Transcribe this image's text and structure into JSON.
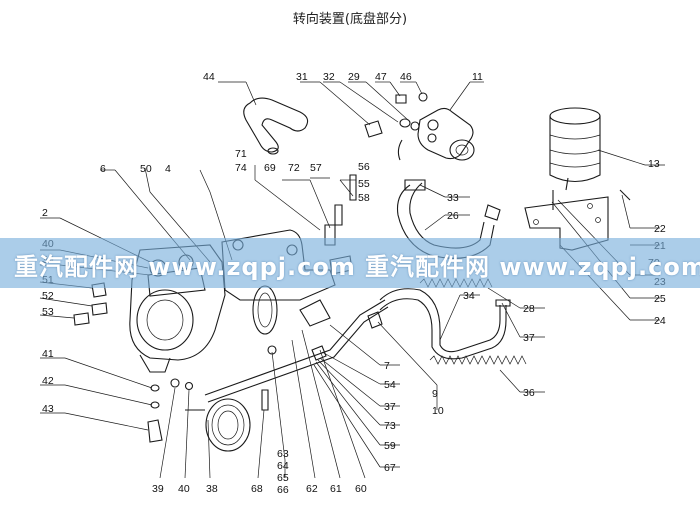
{
  "title": "转向装置(底盘部分)",
  "watermark": {
    "text_left": "重汽配件网  www.zqpj.com",
    "text_right": "重汽配件网  www.zqpj.com",
    "color": "#78afdc"
  },
  "part_labels": [
    "2",
    "4",
    "6",
    "7",
    "9",
    "10",
    "11",
    "13",
    "21",
    "22",
    "23",
    "24",
    "25",
    "26",
    "28",
    "29",
    "31",
    "32",
    "33",
    "34",
    "36",
    "37",
    "37",
    "38",
    "39",
    "39",
    "40",
    "40",
    "41",
    "42",
    "43",
    "44",
    "46",
    "47",
    "50",
    "51",
    "52",
    "53",
    "54",
    "55",
    "56",
    "57",
    "58",
    "59",
    "60",
    "61",
    "62",
    "63",
    "64",
    "65",
    "66",
    "67",
    "68",
    "69",
    "70",
    "71",
    "72",
    "73",
    "74"
  ]
}
